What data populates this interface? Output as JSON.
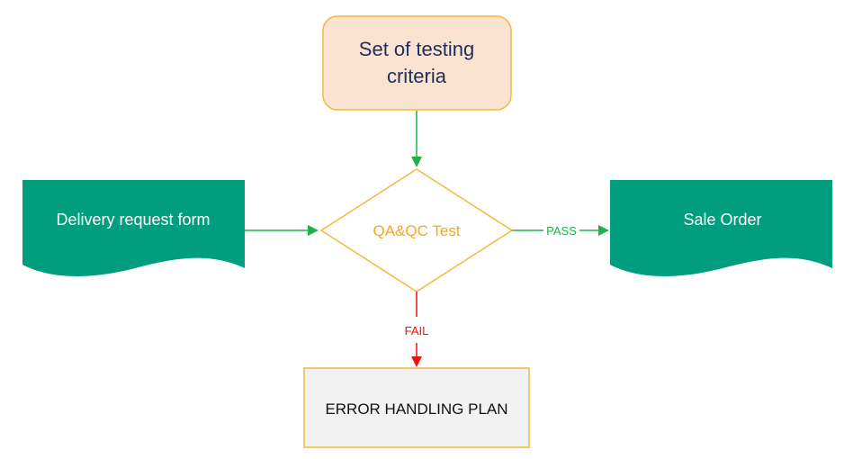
{
  "nodes": {
    "criteria": {
      "line1": "Set of testing",
      "line2": "criteria"
    },
    "input_doc": {
      "label": "Delivery request form"
    },
    "decision": {
      "label": "QA&QC Test"
    },
    "output_doc": {
      "label": "Sale Order"
    },
    "error_box": {
      "label": "ERROR HANDLING PLAN"
    }
  },
  "edges": {
    "pass_label": "PASS",
    "fail_label": "FAIL"
  },
  "colors": {
    "teal": "#009e7f",
    "green_arrow": "#22b04a",
    "red_arrow": "#ee1111",
    "orange_outline": "#f5b73b",
    "criteria_fill": "#fbe3d1",
    "decision_text": "#f5a623",
    "navy_text": "#1f2d5c",
    "error_fill": "#f2f2f2"
  }
}
